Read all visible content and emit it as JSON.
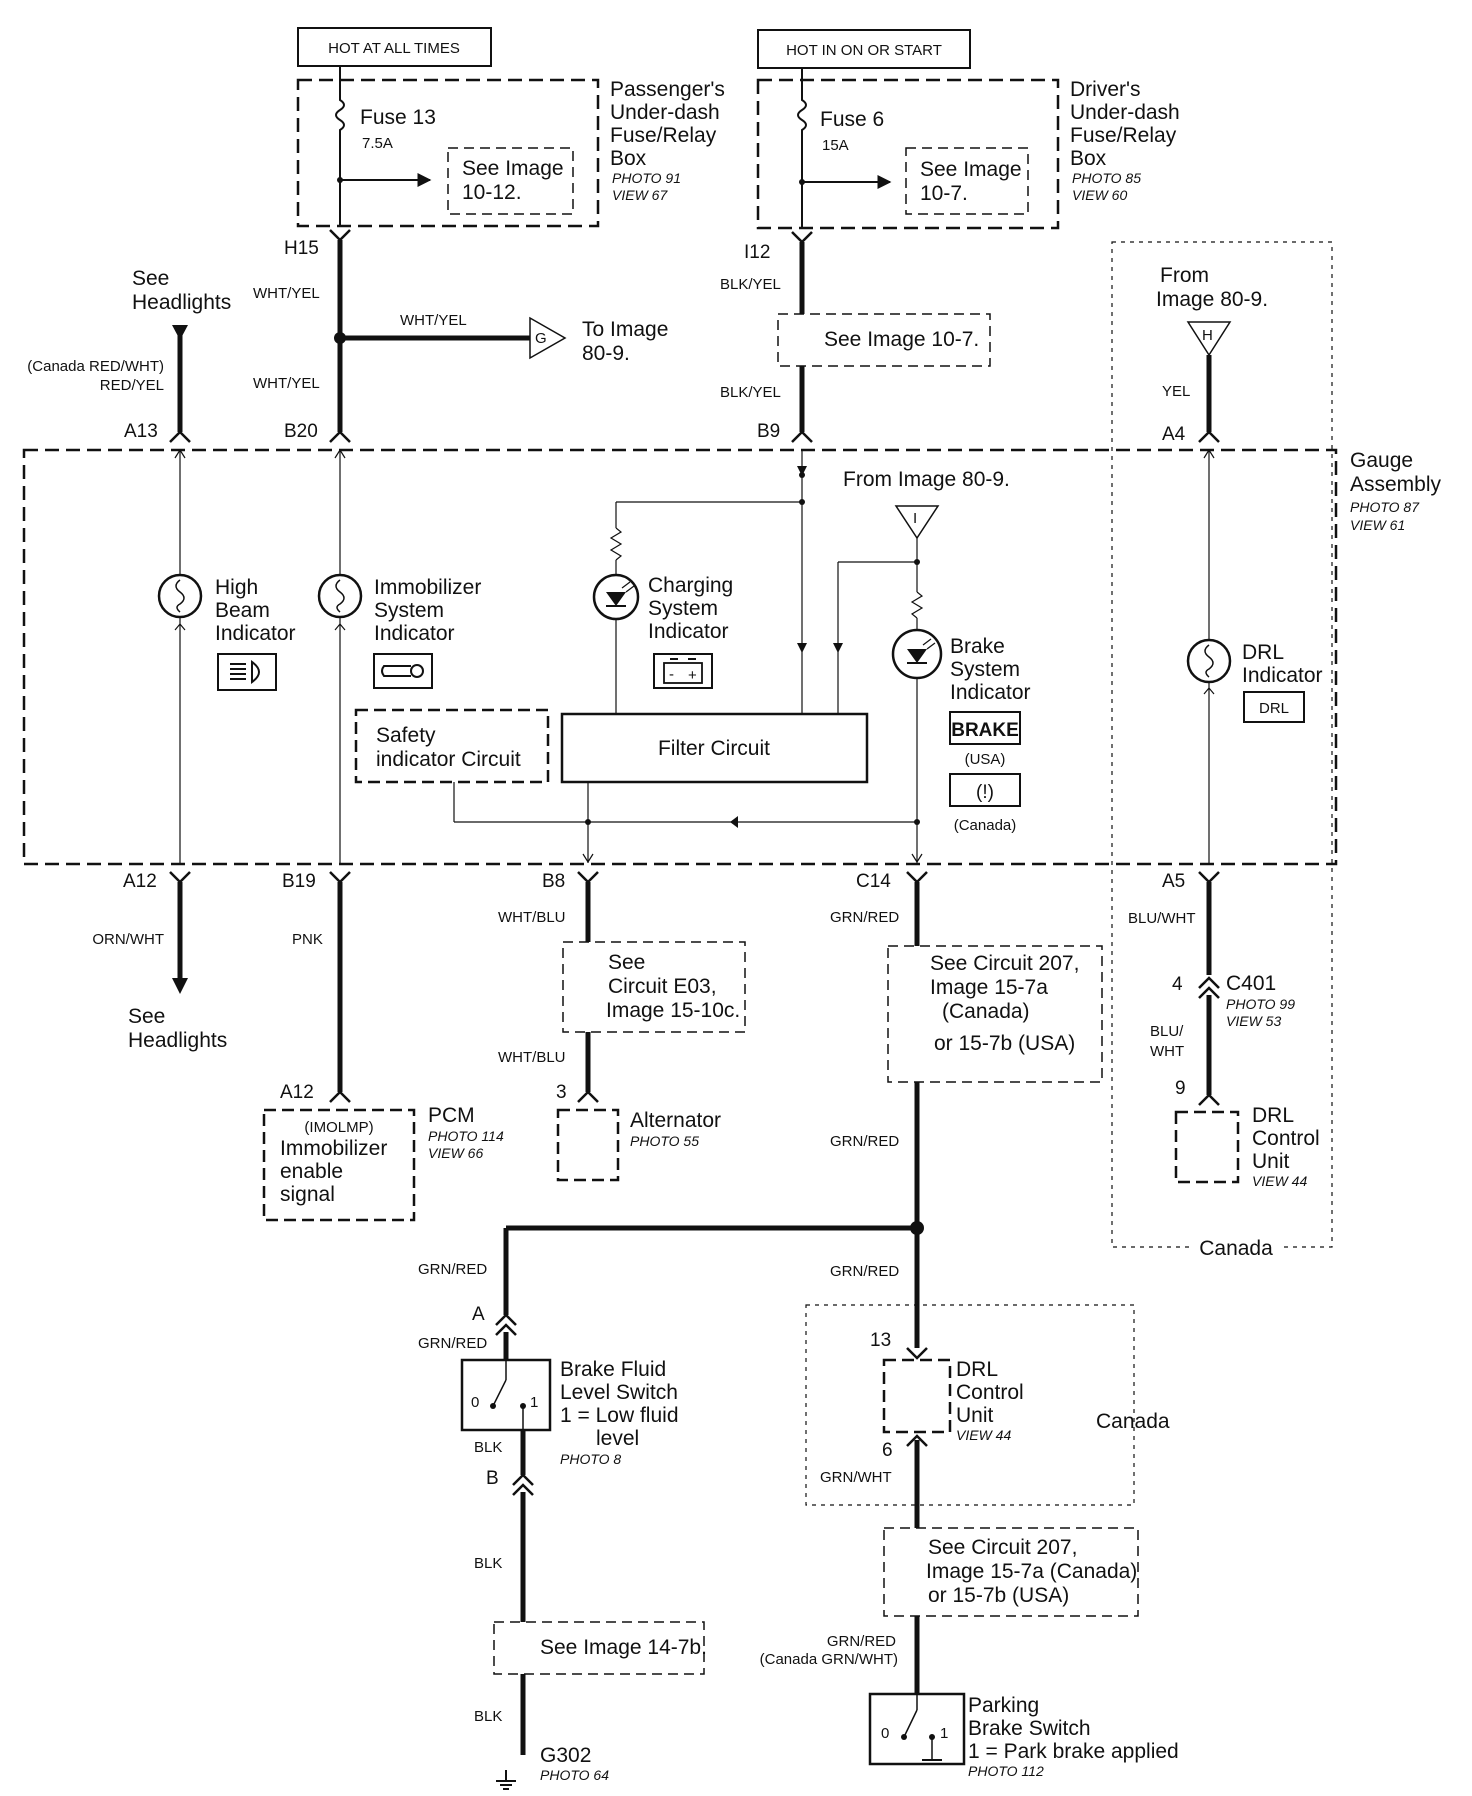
{
  "supply": {
    "left_box": "HOT AT ALL TIMES",
    "right_box": "HOT IN ON OR START"
  },
  "fuse_boxes": {
    "passenger": {
      "fuse": "Fuse 13",
      "rating": "7.5A",
      "see_l1": "See Image",
      "see_l2": "10-12.",
      "name_l1": "Passenger's",
      "name_l2": "Under-dash",
      "name_l3": "Fuse/Relay",
      "name_l4": "Box",
      "photo": "PHOTO 91",
      "view": "VIEW 67"
    },
    "driver": {
      "fuse": "Fuse 6",
      "rating": "15A",
      "see_l1": "See Image",
      "see_l2": "10-7.",
      "name_l1": "Driver's",
      "name_l2": "Under-dash",
      "name_l3": "Fuse/Relay",
      "name_l4": "Box",
      "photo": "PHOTO 85",
      "view": "VIEW 60"
    }
  },
  "pins": {
    "h15": "H15",
    "i12": "I12",
    "a13": "A13",
    "b20": "B20",
    "b9": "B9",
    "a4": "A4",
    "a12_top": "A12",
    "b19": "B19",
    "b8": "B8",
    "c14": "C14",
    "a5": "A5",
    "c401_pin": "4",
    "c401": "C401",
    "pcm_a12": "A12",
    "alt_3": "3",
    "drl_9": "9",
    "sw_a": "A",
    "sw_b": "B",
    "drl_13": "13",
    "drl_6": "6"
  },
  "wires": {
    "wht_yel_1": "WHT/YEL",
    "wht_yel_2": "WHT/YEL",
    "wht_yel_3": "WHT/YEL",
    "blk_yel_1": "BLK/YEL",
    "blk_yel_2": "BLK/YEL",
    "canada_red_wht": "(Canada RED/WHT)",
    "red_yel": "RED/YEL",
    "yel": "YEL",
    "orn_wht": "ORN/WHT",
    "pnk": "PNK",
    "wht_blu_1": "WHT/BLU",
    "wht_blu_2": "WHT/BLU",
    "grn_red_1": "GRN/RED",
    "grn_red_2": "GRN/RED",
    "grn_red_3": "GRN/RED",
    "grn_red_4": "GRN/RED",
    "grn_red_5": "GRN/RED",
    "grn_red_6": "GRN/RED",
    "canada_grn_wht": "(Canada GRN/WHT)",
    "blu_wht_1": "BLU/WHT",
    "blu_wht_2a": "BLU/",
    "blu_wht_2b": "WHT",
    "grn_wht": "GRN/WHT",
    "blk_1": "BLK",
    "blk_2": "BLK",
    "blk_3": "BLK"
  },
  "refs": {
    "see_headlights_top_1": "See",
    "see_headlights_top_2": "Headlights",
    "to_image_1": "To Image",
    "to_image_2": "80-9.",
    "connector_g": "G",
    "see_10_7": "See Image 10-7.",
    "from_h_1": "From",
    "from_h_2": "Image 80-9.",
    "connector_h": "H",
    "from_i": "From Image 80-9.",
    "connector_i": "I",
    "see_headlights_bot_1": "See",
    "see_headlights_bot_2": "Headlights",
    "see_e03_1": "See",
    "see_e03_2": "Circuit E03,",
    "see_e03_3": "Image 15-10c.",
    "see_207a_1": "See Circuit 207,",
    "see_207a_2": "Image 15-7a",
    "see_207a_3": "(Canada)",
    "see_207a_4": "or 15-7b (USA)",
    "see_207b_1": "See Circuit 207,",
    "see_207b_2": "Image 15-7a (Canada)",
    "see_207b_3": "or 15-7b (USA)",
    "see_14_7b": "See Image 14-7b.",
    "canada_1": "Canada",
    "canada_2": "Canada"
  },
  "gauge": {
    "name_1": "Gauge",
    "name_2": "Assembly",
    "photo": "PHOTO 87",
    "view": "VIEW 61",
    "high_beam_1": "High",
    "high_beam_2": "Beam",
    "high_beam_3": "Indicator",
    "immob_1": "Immobilizer",
    "immob_2": "System",
    "immob_3": "Indicator",
    "charging_1": "Charging",
    "charging_2": "System",
    "charging_3": "Indicator",
    "brake_1": "Brake",
    "brake_2": "System",
    "brake_3": "Indicator",
    "brake_symbol": "BRAKE",
    "usa": "(USA)",
    "canada_symbol": "(!)",
    "canada": "(Canada)",
    "drl_1": "DRL",
    "drl_2": "Indicator",
    "drl_symbol": "DRL",
    "safety_1": "Safety",
    "safety_2": "indicator Circuit",
    "filter": "Filter Circuit"
  },
  "components": {
    "pcm": {
      "name": "PCM",
      "photo": "PHOTO 114",
      "view": "VIEW 66",
      "l1": "(IMOLMP)",
      "l2": "Immobilizer",
      "l3": "enable",
      "l4": "signal"
    },
    "alternator": {
      "name": "Alternator",
      "photo": "PHOTO 55"
    },
    "drl_unit_top": {
      "l1": "DRL",
      "l2": "Control",
      "l3": "Unit",
      "view": "VIEW 44"
    },
    "c401": {
      "photo": "PHOTO 99",
      "view": "VIEW 53"
    },
    "brake_fluid": {
      "l1": "Brake Fluid",
      "l2": "Level Switch",
      "l3": "1 = Low fluid",
      "l4": "level",
      "photo": "PHOTO 8",
      "pos0": "0",
      "pos1": "1"
    },
    "drl_unit_bot": {
      "l1": "DRL",
      "l2": "Control",
      "l3": "Unit",
      "view": "VIEW 44"
    },
    "ground": {
      "name": "G302",
      "photo": "PHOTO 64"
    },
    "parking": {
      "l1": "Parking",
      "l2": "Brake Switch",
      "l3": "1 = Park brake applied",
      "photo": "PHOTO 112",
      "pos0": "0",
      "pos1": "1"
    }
  }
}
